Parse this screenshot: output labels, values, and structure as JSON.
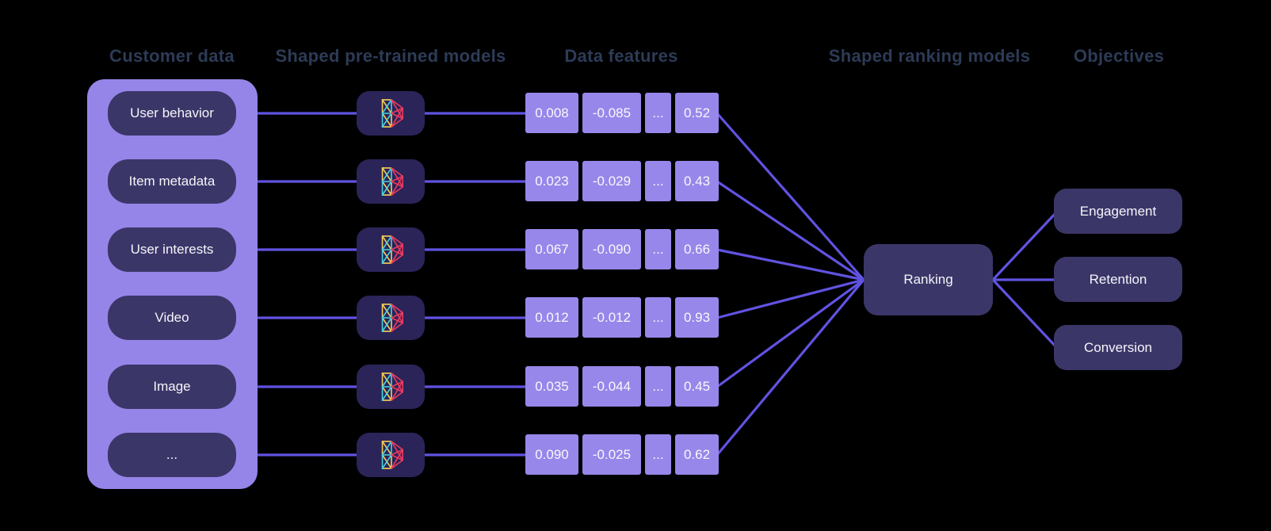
{
  "headers": {
    "customer_data": "Customer data",
    "pretrained_models": "Shaped pre-trained models",
    "data_features": "Data features",
    "ranking_models": "Shaped ranking models",
    "objectives": "Objectives"
  },
  "customer_data": {
    "items": [
      "User behavior",
      "Item metadata",
      "User interests",
      "Video",
      "Image",
      "..."
    ]
  },
  "pretrained_models": {
    "icon": "neural-network-icon",
    "count": 6
  },
  "features": {
    "rows": [
      [
        "0.008",
        "-0.085",
        "...",
        "0.52"
      ],
      [
        "0.023",
        "-0.029",
        "...",
        "0.43"
      ],
      [
        "0.067",
        "-0.090",
        "...",
        "0.66"
      ],
      [
        "0.012",
        "-0.012",
        "...",
        "0.93"
      ],
      [
        "0.035",
        "-0.044",
        "...",
        "0.45"
      ],
      [
        "0.090",
        "-0.025",
        "...",
        "0.62"
      ]
    ]
  },
  "ranking": {
    "label": "Ranking"
  },
  "objectives": {
    "items": [
      "Engagement",
      "Retention",
      "Conversion"
    ]
  },
  "colors": {
    "background": "#000000",
    "container_purple": "#9585e8",
    "feature_cell_purple": "#9787ea",
    "dark_box": "#3b3668",
    "icon_box": "#2a2459",
    "connector": "#6153e2",
    "header_text": "#2d3b57",
    "label_text": "#f5f5fa",
    "icon_yellow": "#f6cf55",
    "icon_cyan": "#47d3de",
    "icon_red": "#ee3a5f"
  }
}
